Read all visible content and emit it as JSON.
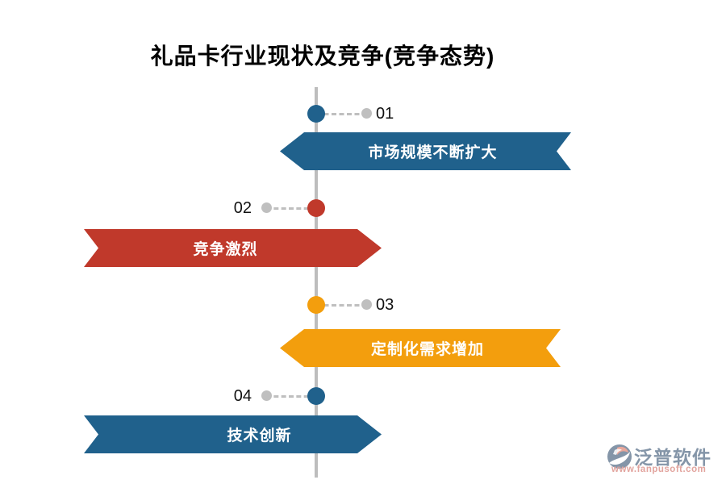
{
  "title": "礼品卡行业现状及竞争(竞争态势)",
  "timeline": {
    "axis_color": "#BDBDBD",
    "items": [
      {
        "number": "01",
        "label": "市场规模不断扩大",
        "color": "#20618C",
        "side": "right"
      },
      {
        "number": "02",
        "label": "竞争激烈",
        "color": "#C0392B",
        "side": "left"
      },
      {
        "number": "03",
        "label": "定制化需求增加",
        "color": "#F39E0D",
        "side": "right"
      },
      {
        "number": "04",
        "label": "技术创新",
        "color": "#20618C",
        "side": "left"
      }
    ]
  },
  "colors": {
    "blue": "#20618C",
    "red": "#C0392B",
    "orange": "#F39E0D",
    "gray_line": "#BDBDBD",
    "title_text": "#000000",
    "banner_text": "#FFFFFF",
    "watermark_slate": "#8495A8",
    "watermark_salmon": "#E2A49E"
  },
  "watermark": {
    "brand": "泛普软件",
    "url": "www.fanpusoft.com"
  }
}
